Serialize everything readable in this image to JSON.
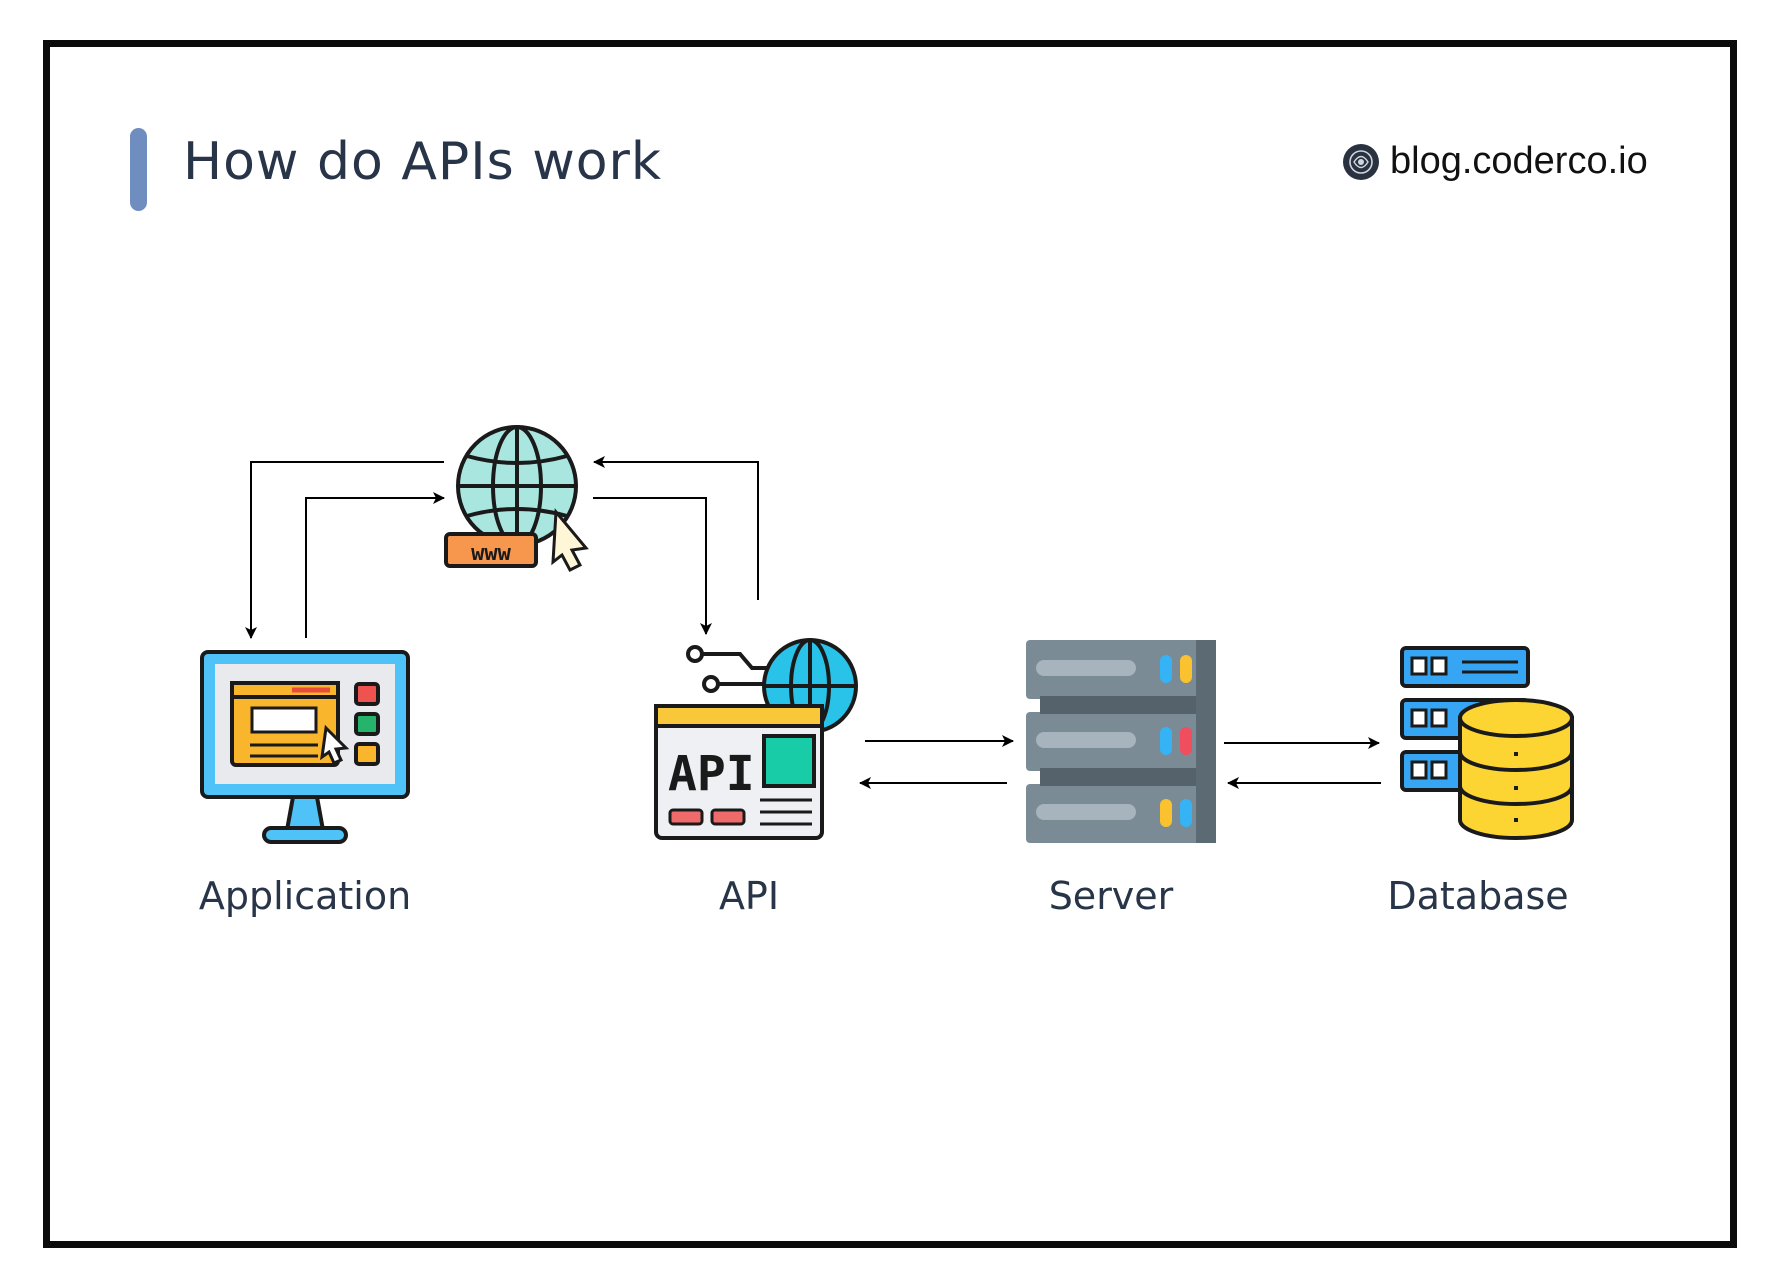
{
  "header": {
    "title": "How do APIs work"
  },
  "brand": {
    "icon": "logo-icon",
    "text": "blog.coderco.io"
  },
  "nodes": [
    {
      "id": "application",
      "label": "Application",
      "icon": "monitor-app-icon"
    },
    {
      "id": "api",
      "label": "API",
      "icon": "api-window-icon"
    },
    {
      "id": "server",
      "label": "Server",
      "icon": "server-rack-icon"
    },
    {
      "id": "database",
      "label": "Database",
      "icon": "database-icon"
    }
  ],
  "internet": {
    "icon": "globe-www-icon",
    "badge": "www"
  },
  "api_icon": {
    "text": "API"
  },
  "colors": {
    "accent": "#6f8ebf",
    "title_text": "#283447",
    "frame": "#0b0b0b"
  }
}
